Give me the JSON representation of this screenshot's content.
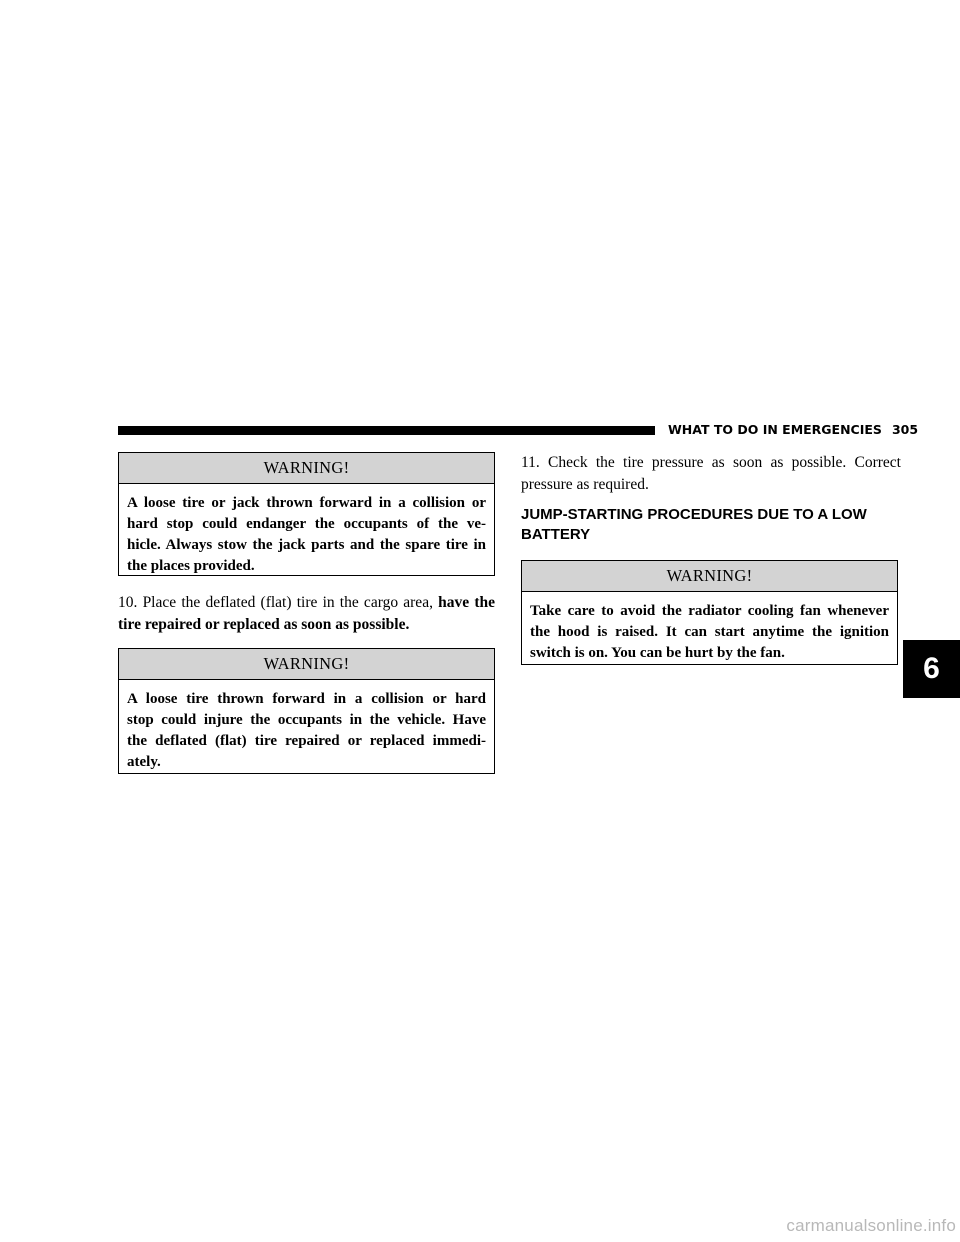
{
  "header": {
    "section_title": "WHAT TO DO IN EMERGENCIES",
    "page_number": "305"
  },
  "left_column": {
    "warning1": {
      "title": "WARNING!",
      "lines": [
        "A loose tire or jack thrown forward in a collision or",
        "hard stop could endanger the occupants of the ve-",
        "hicle. Always stow the jack parts and the spare tire in",
        "the places provided."
      ]
    },
    "step10": {
      "line1_normal": "10.  Place the deflated (flat) tire in the cargo area,",
      "line1_bold": "have the",
      "line2_bold": "tire repaired or replaced as soon as possible."
    },
    "warning2": {
      "title": "WARNING!",
      "lines": [
        "A loose tire thrown forward in a collision or hard",
        "stop could injure the occupants in the vehicle. Have",
        "the deflated (flat) tire repaired or replaced immedi-",
        "ately."
      ]
    }
  },
  "right_column": {
    "step11": {
      "lines": [
        "11. Check the tire pressure as soon as possible. Correct",
        "pressure as required."
      ]
    },
    "heading": {
      "lines": [
        "JUMP-STARTING PROCEDURES DUE TO A LOW",
        "BATTERY"
      ]
    },
    "warning3": {
      "title": "WARNING!",
      "lines": [
        "Take care to avoid the radiator cooling fan whenever",
        "the hood is raised. It can start anytime the ignition",
        "switch is on. You can be hurt by the fan."
      ]
    }
  },
  "chapter_tab": "6",
  "watermark": "carmanualsonline.info"
}
